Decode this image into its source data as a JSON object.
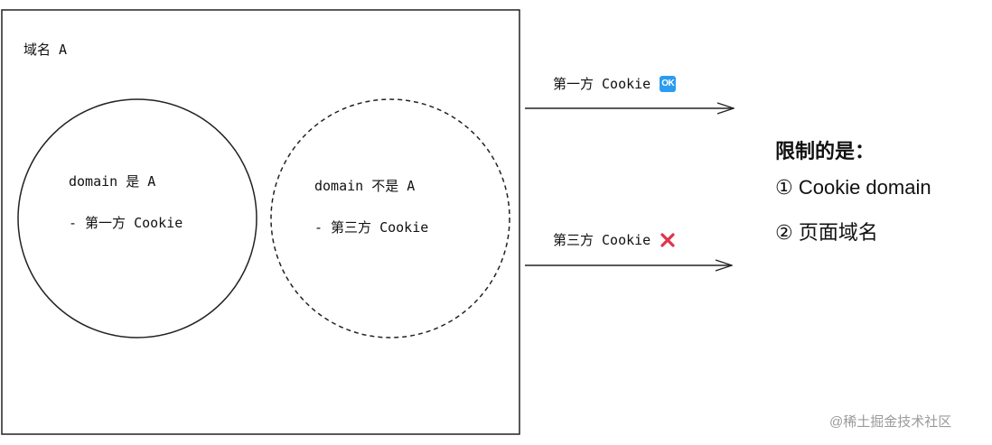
{
  "domain_box": {
    "label": "域名 A"
  },
  "circle_first_party": {
    "line1": "domain 是 A",
    "line2": "- 第一方 Cookie"
  },
  "circle_third_party": {
    "line1": "domain 不是 A",
    "line2": "- 第三方 Cookie"
  },
  "arrow_first_party": {
    "label": "第一方 Cookie",
    "badge": "OK",
    "badge_color": "#2b9cf0"
  },
  "arrow_third_party": {
    "label": "第三方 Cookie",
    "mark_icon": "cross-mark-icon",
    "mark_color": "#e0334d"
  },
  "restrictions": {
    "title": "限制的是：",
    "item1": "① Cookie domain",
    "item2": "② 页面域名"
  },
  "watermark": {
    "text": "@稀土掘金技术社区"
  }
}
